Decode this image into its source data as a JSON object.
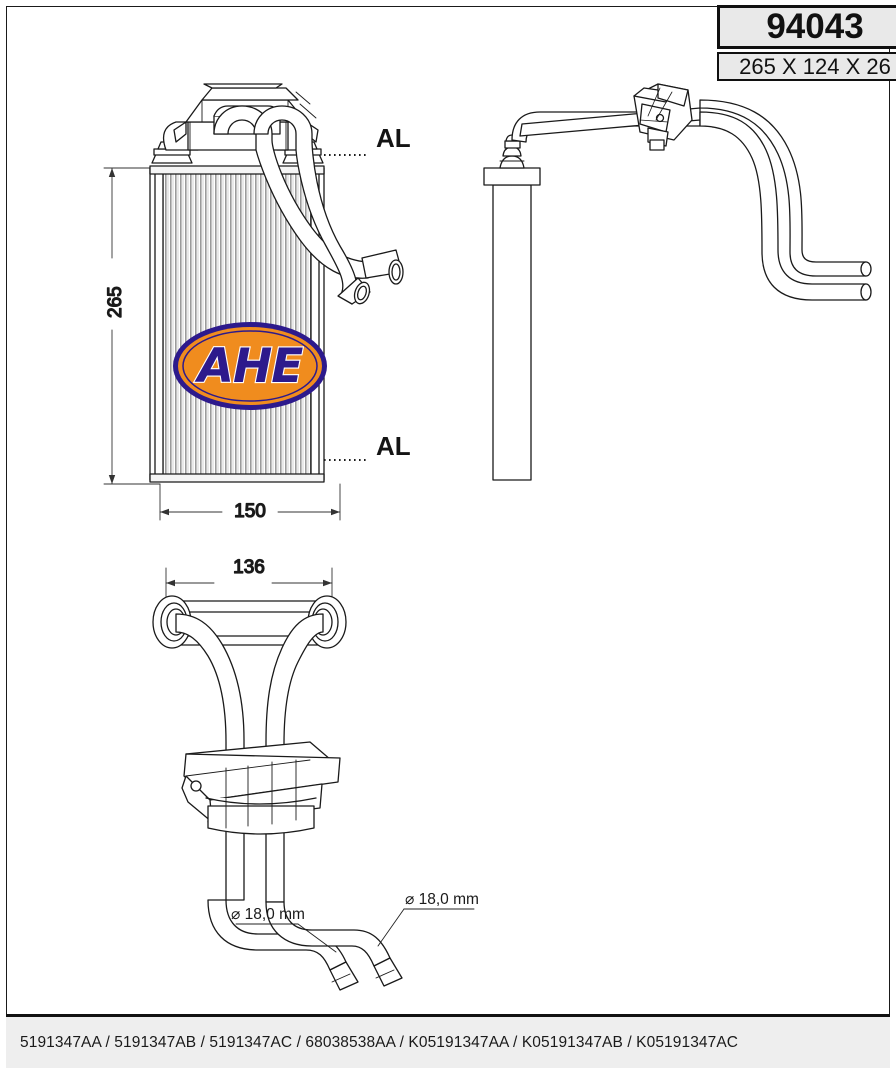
{
  "header": {
    "product_code": "94043",
    "dimensions_label": "265 X 124 X 26"
  },
  "footer": {
    "part_numbers": "5191347AA / 5191347AB / 5191347AC / 68038538AA / K05191347AA / K05191347AB / K05191347AC"
  },
  "logo": {
    "text": "AHE",
    "ellipse_fill": "#F08C1E",
    "ellipse_stroke": "#2D1A8C",
    "text_color": "#2D1A8C"
  },
  "front_view": {
    "height_dimension": "265",
    "width_dimension": "150",
    "material_label_top": "AL",
    "material_label_bottom": "AL"
  },
  "top_view": {
    "width_dimension": "136",
    "pipe_diameter_left": "⌀ 18,0 mm",
    "pipe_diameter_right": "⌀ 18,0 mm"
  },
  "colors": {
    "line": "#1A1A1A",
    "frame": "#1A1A1A",
    "box_fill": "#E9E9E9",
    "strip_fill": "#EEEEEE"
  }
}
